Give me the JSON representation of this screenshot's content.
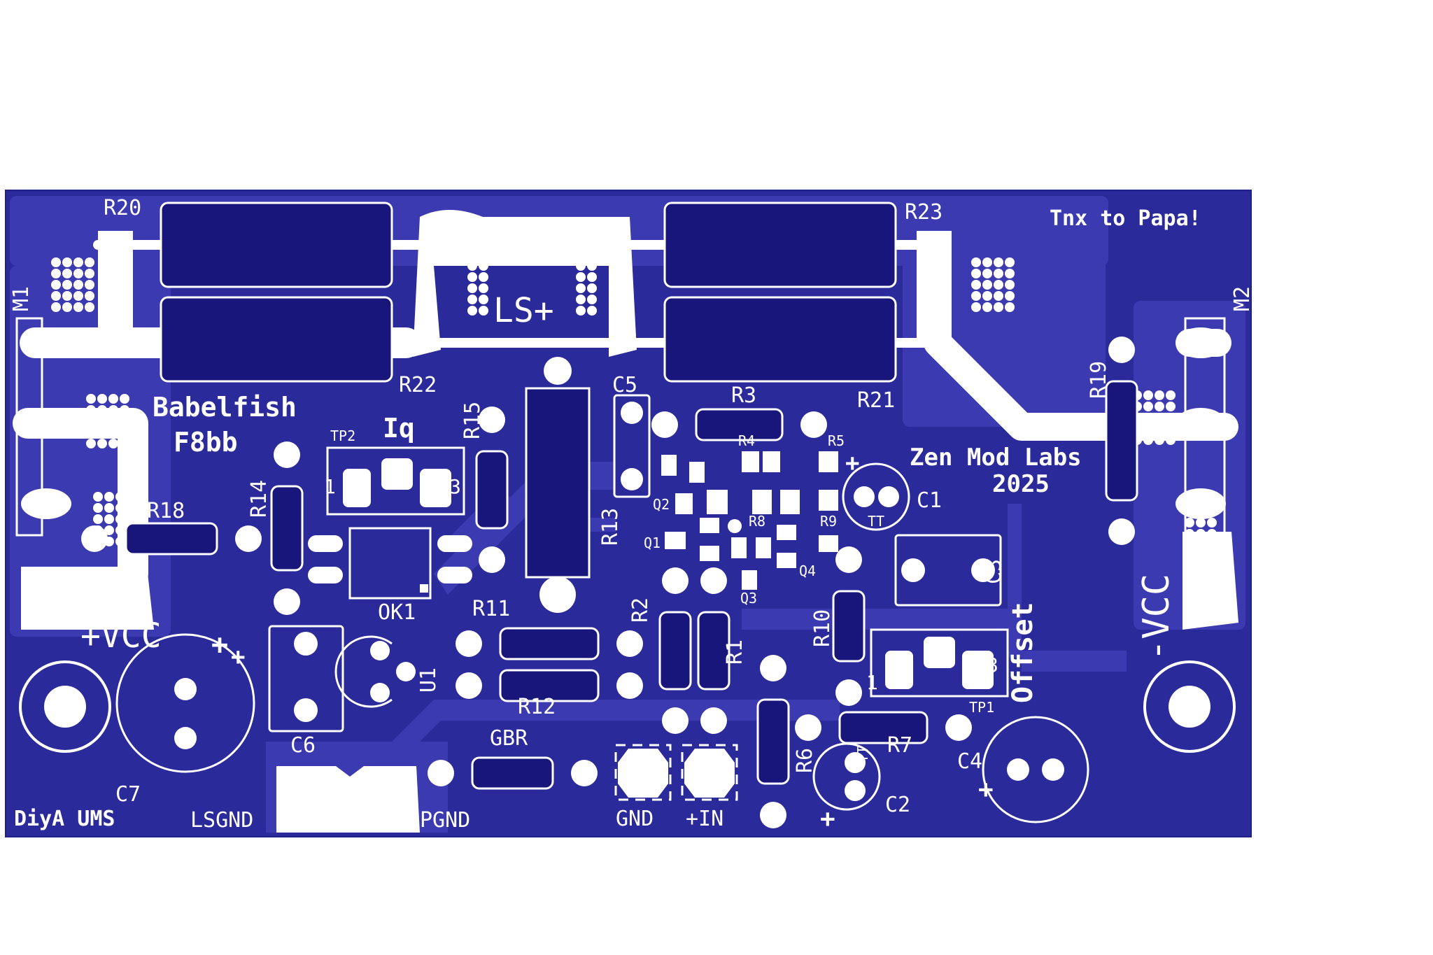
{
  "board": {
    "colors": {
      "substrate": "#2b2a9a",
      "copper_pour": "#3b3ab0",
      "silkscreen": "#ffffff"
    },
    "credits": {
      "thanks": "Tnx to Papa!",
      "project_name": "Babelfish",
      "project_variant": "F8bb",
      "maker": "Zen Mod Labs",
      "year": "2025",
      "forum": "DiyA UMS"
    },
    "ports": {
      "ls_plus": "LS+",
      "vcc_plus": "+VCC",
      "vcc_minus": "-VCC",
      "ls_gnd": "LSGND",
      "p_gnd": "PGND",
      "gnd": "GND",
      "in_plus": "+IN"
    },
    "trimmers": {
      "iq_label": "Iq",
      "offset_label": "Offset",
      "tp1": "TP1",
      "tp2": "TP2",
      "pin1": "1",
      "pin3": "3"
    },
    "polarity": {
      "plus": "+",
      "tt": "TT"
    },
    "refs": {
      "R1": "R1",
      "R2": "R2",
      "R3": "R3",
      "R4": "R4",
      "R5": "R5",
      "R6": "R6",
      "R7": "R7",
      "R8": "R8",
      "R9": "R9",
      "R10": "R10",
      "R11": "R11",
      "R12": "R12",
      "R13": "R13",
      "R14": "R14",
      "R15": "R15",
      "R18": "R18",
      "R19": "R19",
      "R20": "R20",
      "R21": "R21",
      "R22": "R22",
      "R23": "R23",
      "C1": "C1",
      "C2": "C2",
      "C3": "C3",
      "C4": "C4",
      "C5": "C5",
      "C6": "C6",
      "C7": "C7",
      "Q1": "Q1",
      "Q2": "Q2",
      "Q3": "Q3",
      "Q4": "Q4",
      "U1": "U1",
      "OK1": "OK1",
      "GBR": "GBR",
      "M1": "M1",
      "M2": "M2"
    }
  }
}
